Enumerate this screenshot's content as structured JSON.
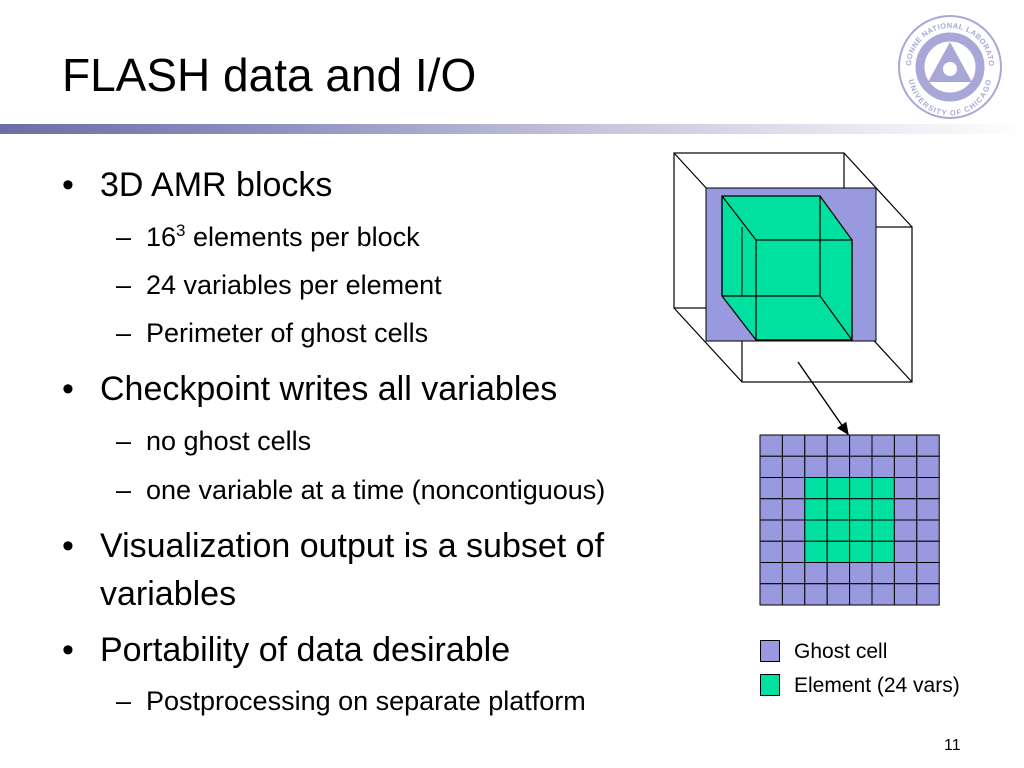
{
  "slide": {
    "title": "FLASH data and I/O",
    "page_number": "11"
  },
  "bullets": [
    {
      "text": "3D AMR blocks",
      "subs": [
        {
          "base": "16",
          "sup": "3",
          "rest": " elements per block"
        },
        {
          "text": "24 variables per element"
        },
        {
          "text": "Perimeter of ghost cells"
        }
      ]
    },
    {
      "text": "Checkpoint writes all variables",
      "subs": [
        {
          "text": "no ghost cells"
        },
        {
          "text": "one variable at a time (noncontiguous)"
        }
      ]
    },
    {
      "text_line1": "Visualization output is a subset of",
      "text_line2": "variables"
    },
    {
      "text": "Portability of data desirable",
      "subs": [
        {
          "text": "Postprocessing on separate platform"
        }
      ]
    }
  ],
  "bullet_marker": "•",
  "sub_marker": "–",
  "legend": [
    {
      "label": "Ghost cell",
      "color": "#9999e0"
    },
    {
      "label": "Element (24 vars)",
      "color": "#00e0a0"
    }
  ],
  "logo": {
    "top_text": "ARGONNE NATIONAL LABORATORY",
    "bottom_text": "UNIVERSITY OF CHICAGO"
  },
  "colors": {
    "ghost": "#9999e0",
    "element": "#00e0a0",
    "logo": "#a8a8d8",
    "rule": "#6e6ea5"
  }
}
